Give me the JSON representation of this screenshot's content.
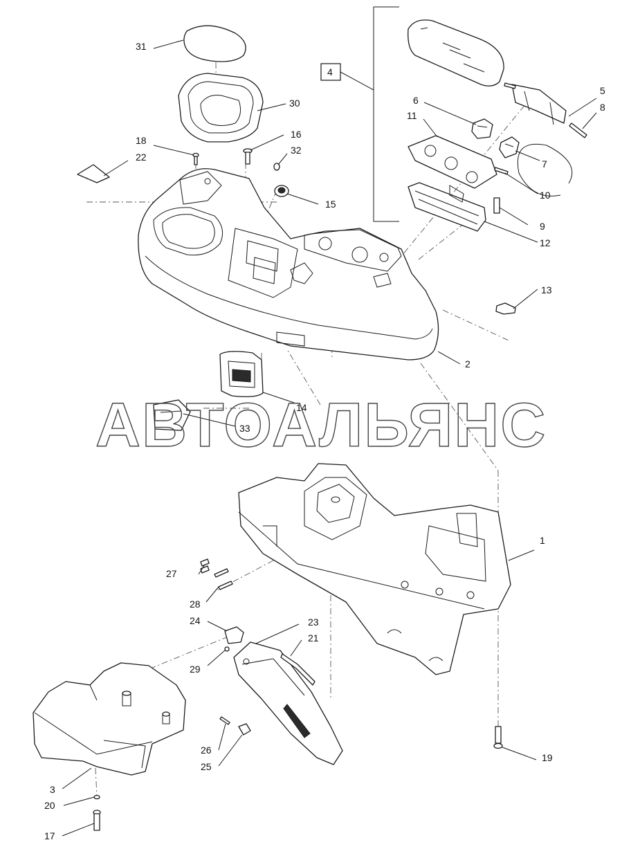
{
  "watermark": "АВТОАЛЬЯНС",
  "callouts": {
    "n1": "1",
    "n2": "2",
    "n3": "3",
    "n4": "4",
    "n5": "5",
    "n6": "6",
    "n7": "7",
    "n8": "8",
    "n9": "9",
    "n10": "10",
    "n11": "11",
    "n12": "12",
    "n13": "13",
    "n14": "14",
    "n15": "15",
    "n16": "16",
    "n17": "17",
    "n18": "18",
    "n19": "19",
    "n20": "20",
    "n21": "21",
    "n22": "22",
    "n23": "23",
    "n24": "24",
    "n25": "25",
    "n26": "26",
    "n27": "27",
    "n28": "28",
    "n29": "29",
    "n30": "30",
    "n31": "31",
    "n32": "32",
    "n33": "33"
  }
}
